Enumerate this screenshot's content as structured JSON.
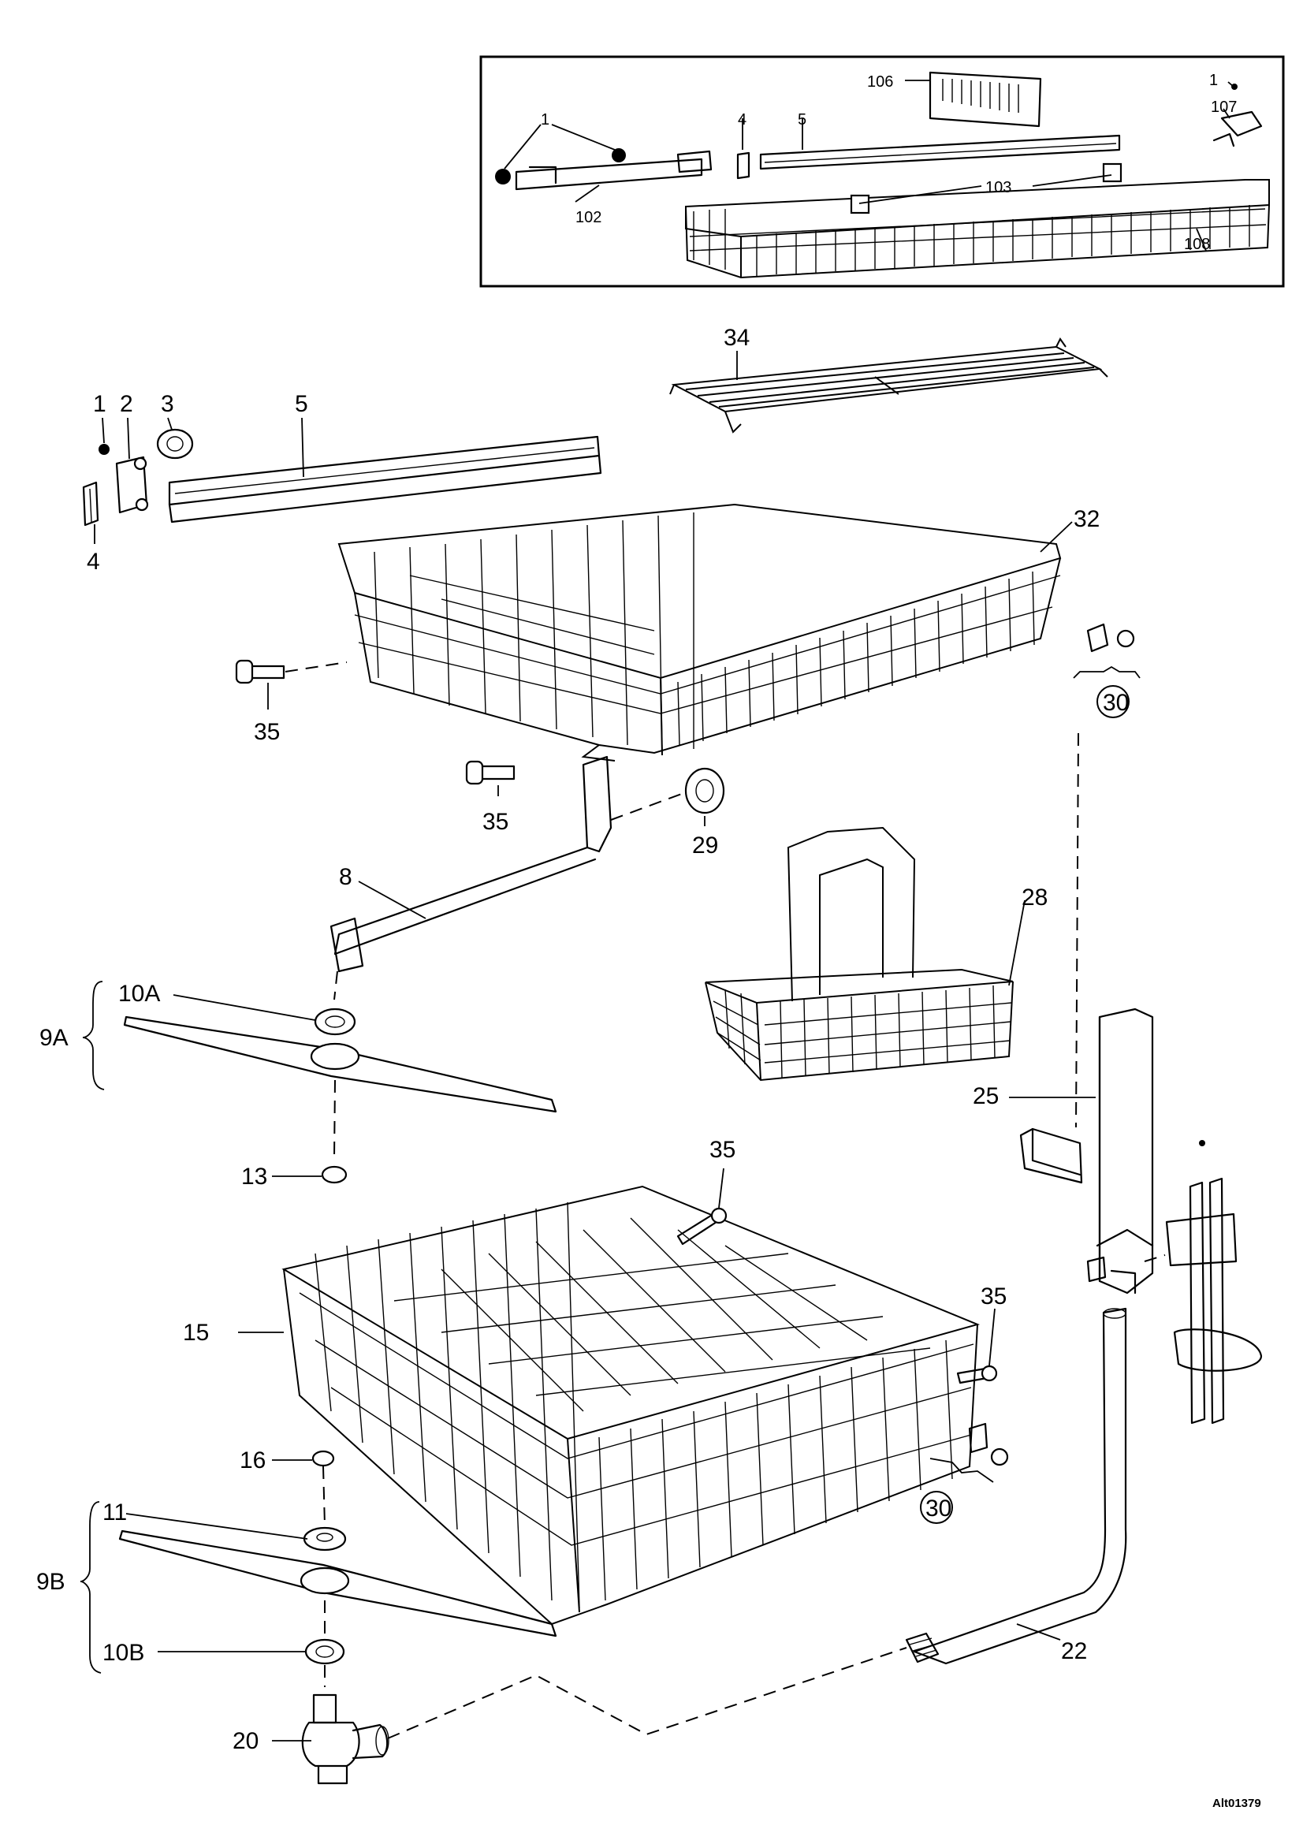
{
  "diagram": {
    "doc_code": "Alt01379",
    "inset_labels": {
      "l1a": "1",
      "l4": "4",
      "l5": "5",
      "l106": "106",
      "l1b": "1",
      "l107": "107",
      "l103": "103",
      "l102": "102",
      "l108": "108"
    },
    "labels": {
      "l34": "34",
      "l1": "1",
      "l2": "2",
      "l3": "3",
      "l5": "5",
      "l4": "4",
      "l32": "32",
      "l35a": "35",
      "l30a": "30",
      "l35b": "35",
      "l29": "29",
      "l8": "8",
      "l28": "28",
      "l10a": "10A",
      "l9a": "9A",
      "l25": "25",
      "l13": "13",
      "l35c": "35",
      "l15": "15",
      "l35d": "35",
      "l16": "16",
      "l30b": "30",
      "l11": "11",
      "l9b": "9B",
      "l10b": "10B",
      "l22": "22",
      "l20": "20"
    }
  }
}
